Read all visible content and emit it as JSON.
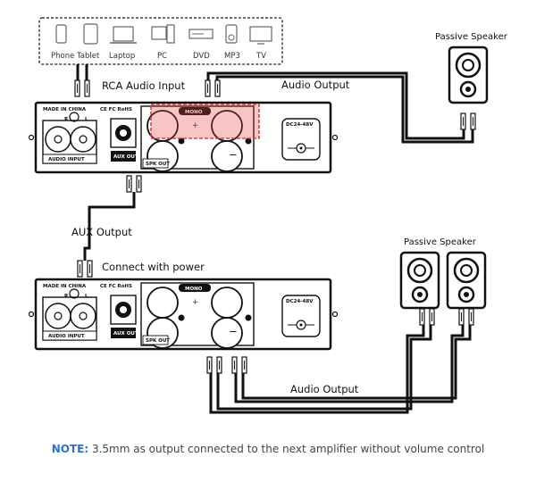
{
  "sources": [
    "Phone",
    "Tablet",
    "Laptop",
    "PC",
    "DVD",
    "MP3",
    "TV"
  ],
  "labels": {
    "rca_input": "RCA Audio Input",
    "audio_output_top": "Audio Output",
    "passive_speaker_top": "Passive Speaker",
    "aux_output": "AUX Output",
    "connect_power": "Connect with power",
    "passive_speaker_bottom": "Passive Speaker",
    "audio_output_bottom": "Audio Output"
  },
  "amp_panel": {
    "made_in": "MADE IN CHINA",
    "certs": "CE FC RoHS",
    "r": "R",
    "l": "L",
    "audio_input": "AUDIO INPUT",
    "aux_out": "AUX OUT",
    "mono": "MONO",
    "spk_out": "SPK OUT",
    "dc": "DC24-48V",
    "plus": "+",
    "minus": "−"
  },
  "note": {
    "key": "NOTE:",
    "text": " 3.5mm as output connected to the next amplifier without volume control"
  },
  "colors": {
    "highlight": "#e0403a",
    "note_key": "#2f6fd0",
    "cable": "#111111"
  }
}
